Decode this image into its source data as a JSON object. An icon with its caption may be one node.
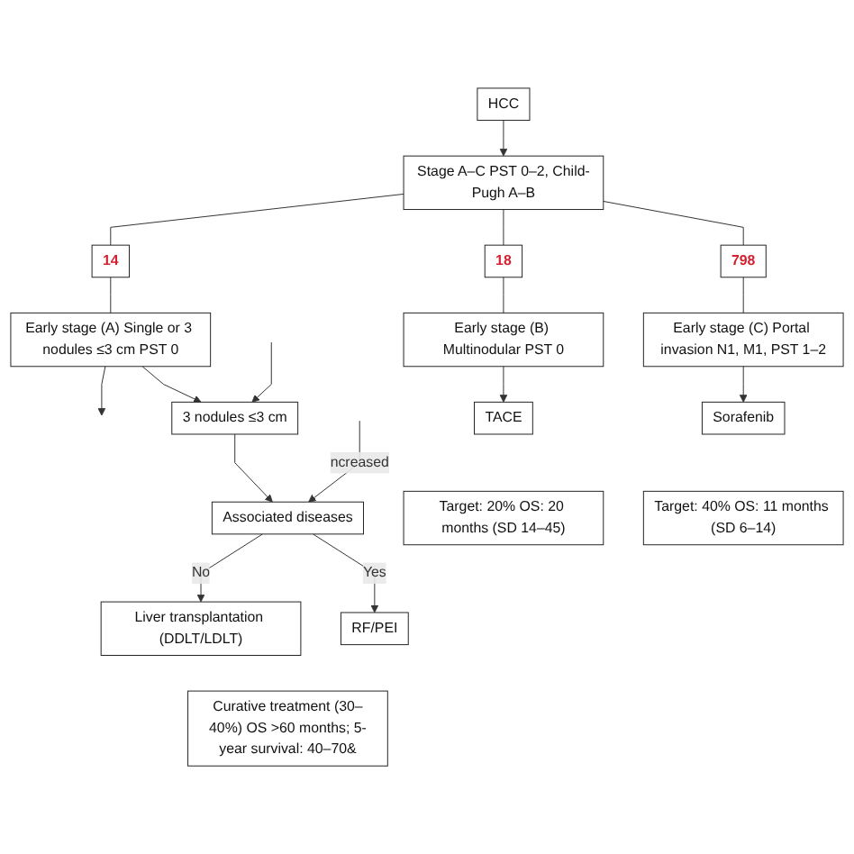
{
  "diagram": {
    "nodes": [
      {
        "text": [
          "HCC"
        ]
      },
      {
        "text": [
          "Stage A–C PST 0–2, Child-Pugh A–B"
        ]
      },
      {
        "text": [
          "14"
        ]
      },
      {
        "text": [
          "18"
        ]
      },
      {
        "text": [
          "798"
        ]
      },
      {
        "text": [
          "Early stage (A) Single or 3 nodules ≤3 cm PST 0"
        ]
      },
      {
        "text": [
          "Early stage (B) Multinodular PST 0"
        ]
      },
      {
        "text": [
          "Early stage (C) Portal invasion N1, M1, PST 1–2"
        ]
      },
      {
        "text": [
          "3 nodules ≤3 cm"
        ]
      },
      {
        "text": [
          "Associated diseases"
        ]
      },
      {
        "text": [
          "Liver transplantation (DDLT/LDLT)"
        ]
      },
      {
        "text": [
          "RF/PEI"
        ]
      },
      {
        "text": [
          "TACE"
        ]
      },
      {
        "text": [
          "Sorafenib"
        ]
      },
      {
        "text": [
          "Curative treatment (30–40%) OS >60 months; 5-year survival: 40–70&"
        ]
      },
      {
        "text": [
          "Target: 20% OS: 20 months (SD 14–45)"
        ]
      },
      {
        "text": [
          "Target: 40% OS: 11 months (SD 6–14)"
        ]
      }
    ],
    "edges": [
      {
        "from": 0,
        "to": 1,
        "arrow": "to"
      },
      {
        "from": 1,
        "to": 2,
        "arrow": "none"
      },
      {
        "from": 1,
        "to": 3,
        "arrow": "none"
      },
      {
        "from": 1,
        "to": 4,
        "arrow": "none"
      },
      {
        "from": 2,
        "to": 5,
        "arrow": "none"
      },
      {
        "from": 3,
        "to": 6,
        "arrow": "none"
      },
      {
        "from": 4,
        "to": 7,
        "arrow": "none"
      },
      {
        "from": 5,
        "to": null,
        "arrow": "to"
      },
      {
        "from": 5,
        "to": 8,
        "arrow": "to"
      },
      {
        "from": null,
        "to": 8,
        "arrow": "to"
      },
      {
        "from": 8,
        "to": 9,
        "arrow": "to"
      },
      {
        "from": null,
        "to": 9,
        "arrow": "to",
        "label": "ncreased"
      },
      {
        "from": 9,
        "to": 10,
        "arrow": "to",
        "label": "No"
      },
      {
        "from": 9,
        "to": 11,
        "arrow": "to",
        "label": "Yes"
      },
      {
        "from": 6,
        "to": 12,
        "arrow": "to"
      },
      {
        "from": 7,
        "to": 13,
        "arrow": "to"
      }
    ]
  }
}
